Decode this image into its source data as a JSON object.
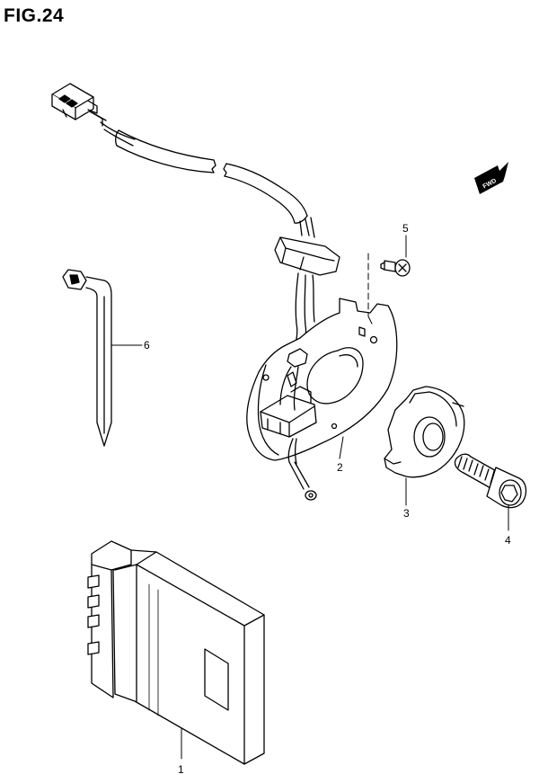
{
  "figure": {
    "title": "FIG.24"
  },
  "fwd_badge": "FWD",
  "parts": [
    {
      "number": "1"
    },
    {
      "number": "2"
    },
    {
      "number": "3"
    },
    {
      "number": "4"
    },
    {
      "number": "5"
    },
    {
      "number": "6"
    }
  ]
}
